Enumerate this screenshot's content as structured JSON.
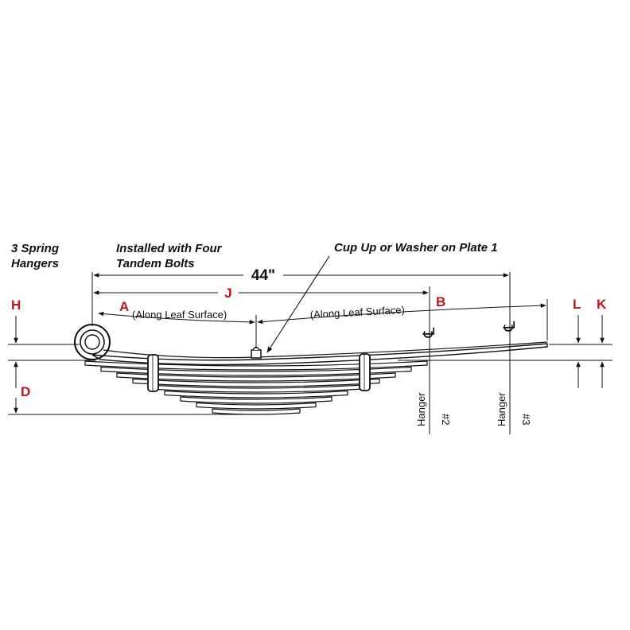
{
  "colors": {
    "ink": "#111111",
    "label_red": "#c0141c",
    "background": "#ffffff"
  },
  "notes": {
    "spring_hangers_line1": "3 Spring",
    "spring_hangers_line2": "Hangers",
    "installed_line1": "Installed with Four",
    "installed_line2": "Tandem Bolts",
    "cup_up": "Cup Up or Washer on Plate 1"
  },
  "dimensions": {
    "overall_length": "44\"",
    "J": "J",
    "A": "A",
    "A_note": "(Along Leaf Surface)",
    "B": "B",
    "B_note": "(Along Leaf Surface)",
    "H": "H",
    "D": "D",
    "L": "L",
    "K": "K"
  },
  "hangers": [
    {
      "label": "Hanger",
      "number": "#2",
      "centerline_symbol": "℄"
    },
    {
      "label": "Hanger",
      "number": "#3",
      "centerline_symbol": "℄"
    }
  ]
}
